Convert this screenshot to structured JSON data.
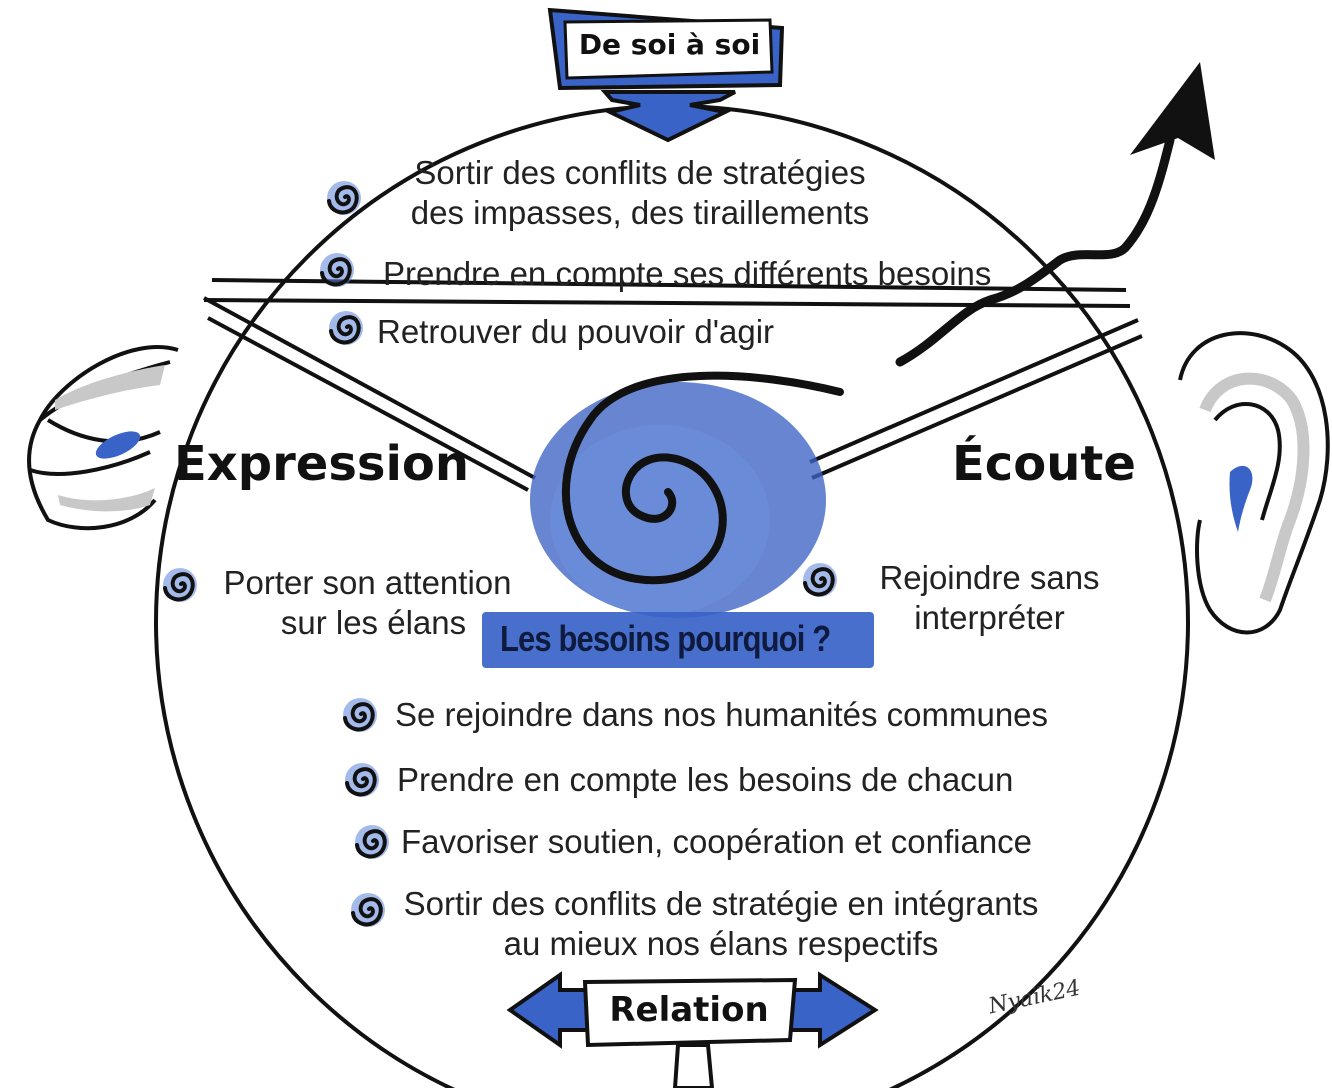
{
  "top_banner": "De soi à soi",
  "bottom_banner": "Relation",
  "left_heading": "Expression",
  "right_heading": "Écoute",
  "center_label": "Les besoins pourquoi ?",
  "top_items": [
    {
      "line1": "Sortir des conflits de stratégies",
      "line2": "des impasses, des tiraillements"
    },
    {
      "line1": "Prendre en compte ses différents besoins"
    },
    {
      "line1": "Retrouver du pouvoir d'agir"
    }
  ],
  "left_item": {
    "line1": "Porter son attention",
    "line2": "sur les élans"
  },
  "right_item": {
    "line1": "Rejoindre sans",
    "line2": "interpréter"
  },
  "bottom_items": [
    {
      "line1": "Se rejoindre dans nos humanités communes"
    },
    {
      "line1": "Prendre en compte les besoins de chacun"
    },
    {
      "line1": "Favoriser soutien, coopération et confiance"
    },
    {
      "line1": "Sortir des conflits de stratégie en intégrants",
      "line2": "au mieux nos élans respectifs"
    }
  ],
  "signature": "Nyaïk24",
  "colors": {
    "accent": "#3a63c8",
    "ink": "#111111",
    "grey": "#c8c8c8"
  }
}
